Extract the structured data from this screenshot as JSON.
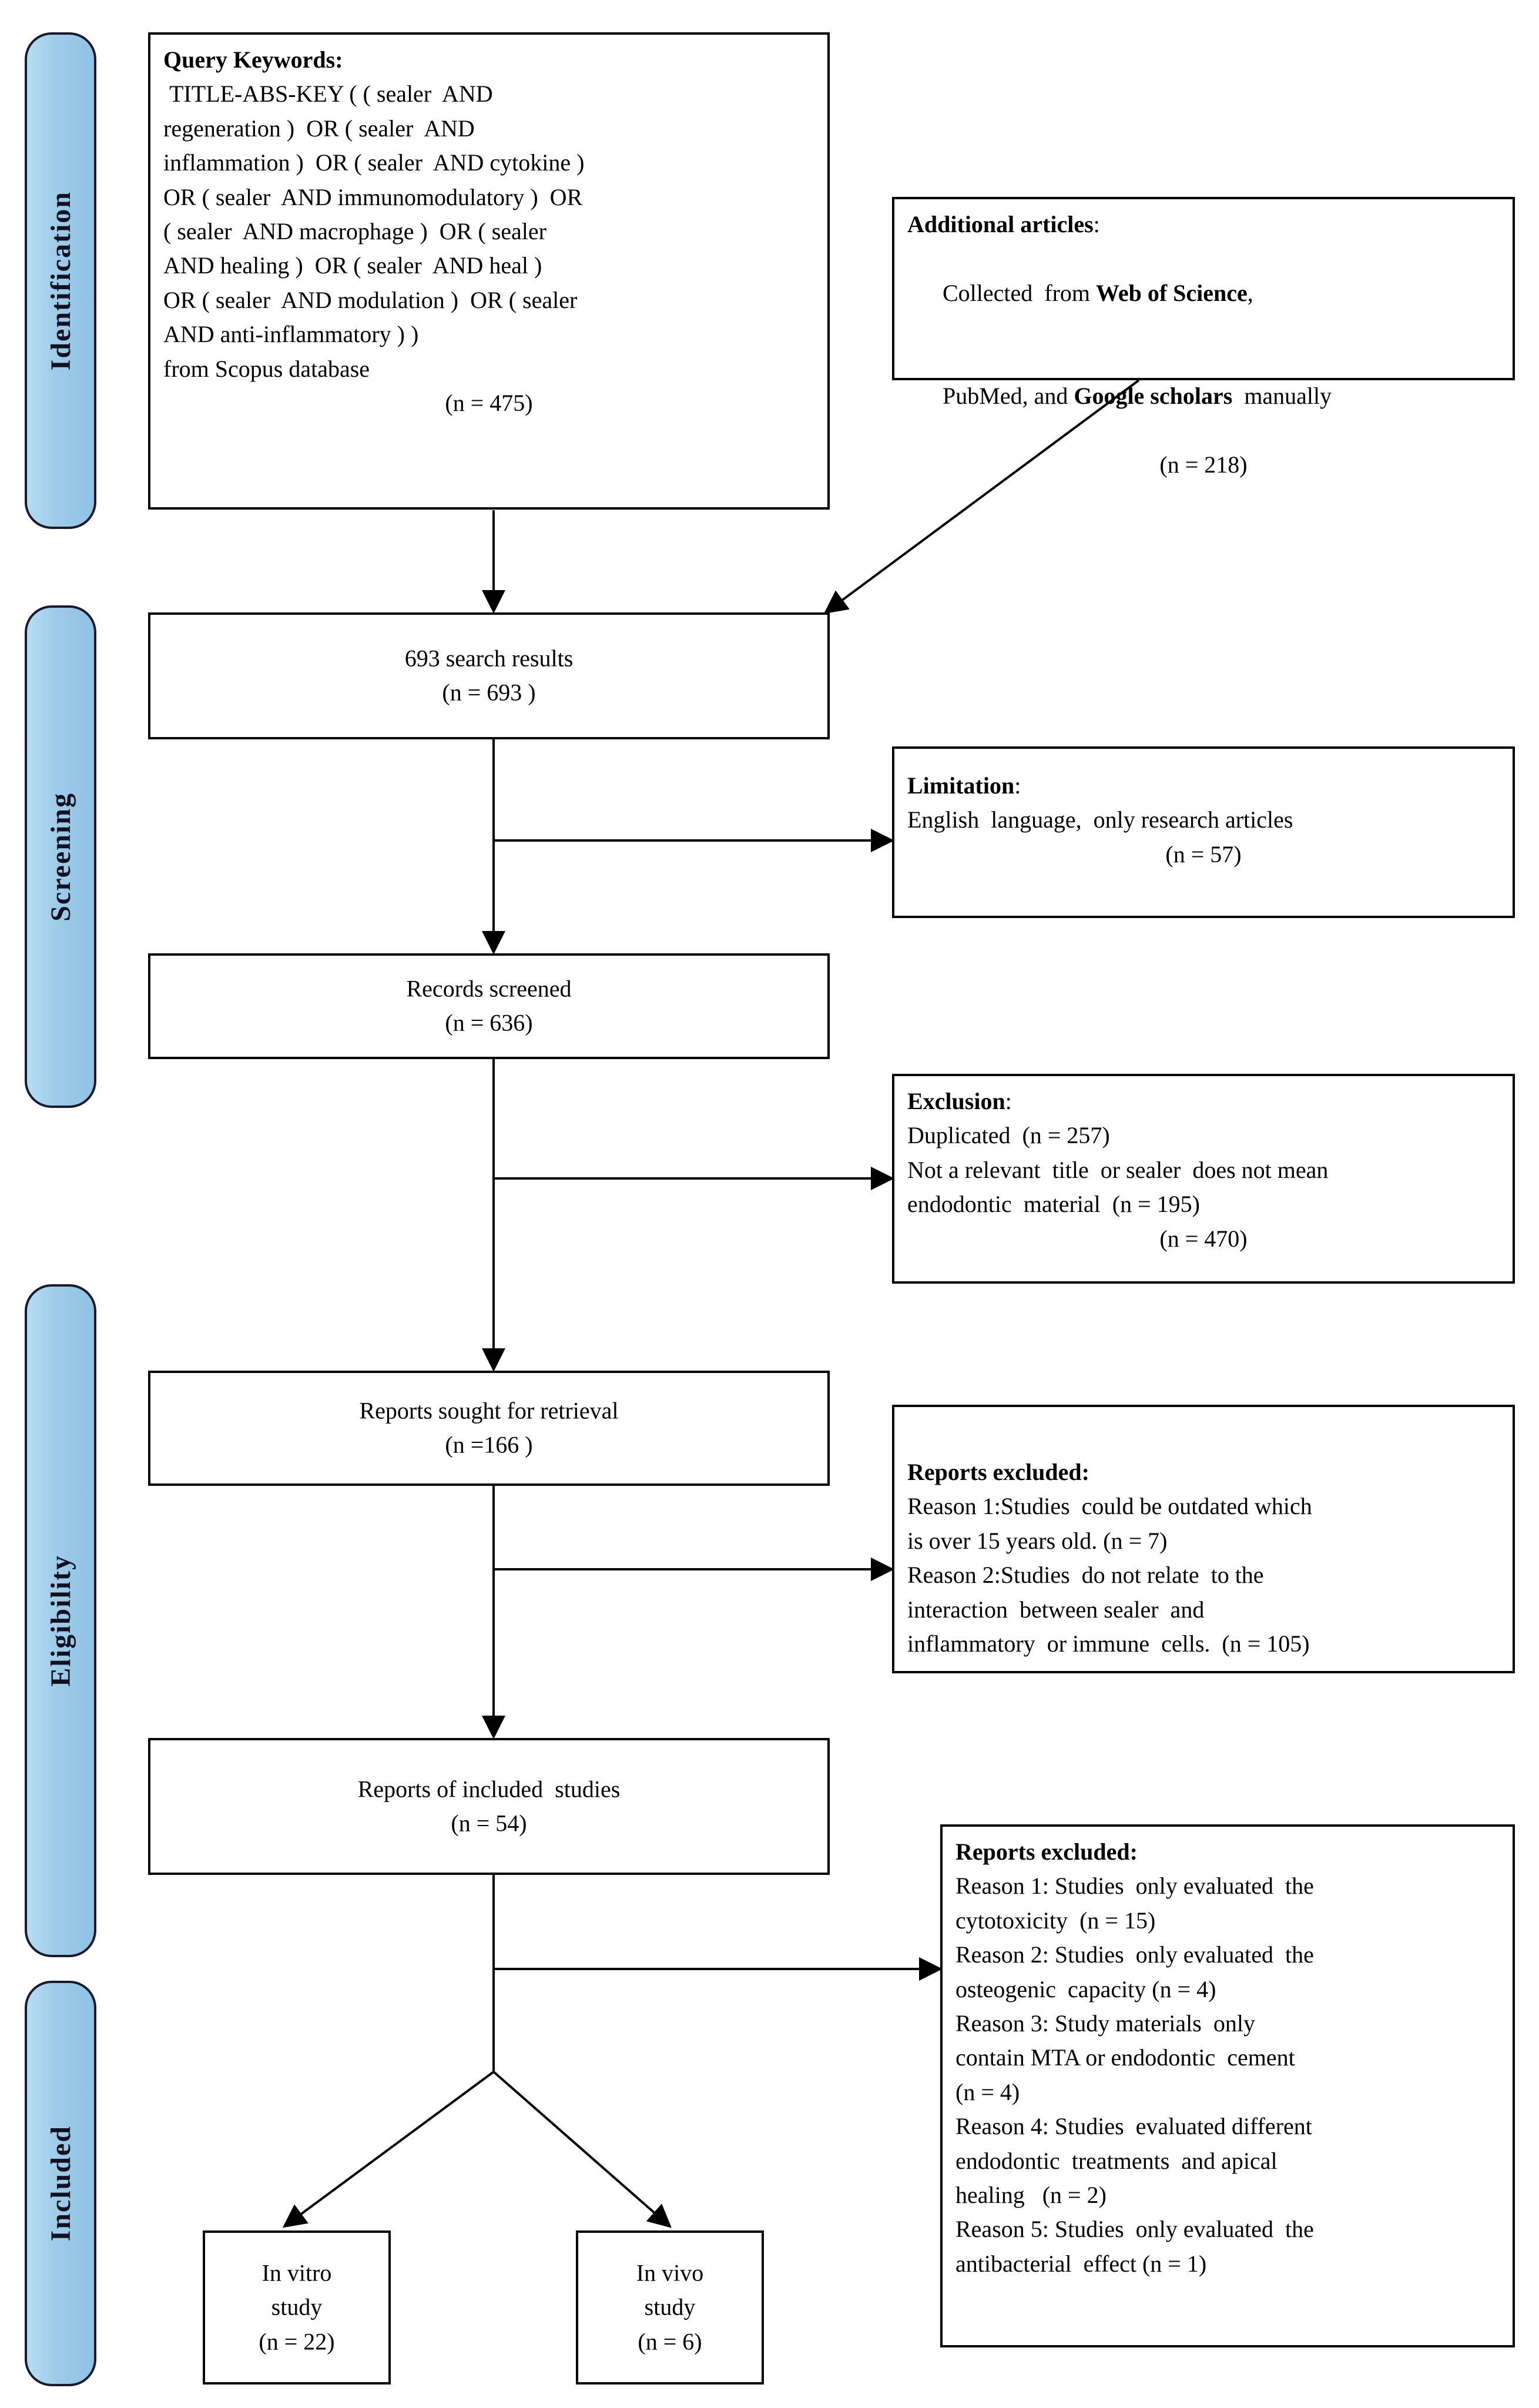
{
  "diagram": {
    "type": "prisma-flow-diagram",
    "accent_color": "#9ecbe8",
    "border_color": "#000000"
  },
  "stages": [
    {
      "id": "identification",
      "label": "Identification"
    },
    {
      "id": "screening",
      "label": "Screening"
    },
    {
      "id": "eligibility",
      "label": "Eligibility"
    },
    {
      "id": "included",
      "label": "Included"
    }
  ],
  "boxes": {
    "query_keywords": {
      "title": "Query Keywords:",
      "lines": [
        " TITLE-ABS-KEY ( ( sealer  AND",
        "regeneration )  OR ( sealer  AND",
        "inflammation )  OR ( sealer  AND cytokine )",
        "OR ( sealer  AND immunomodulatory )  OR",
        "( sealer  AND macrophage )  OR ( sealer",
        "AND healing )  OR ( sealer  AND heal )",
        "OR ( sealer  AND modulation )  OR ( sealer",
        "AND anti-inflammatory ) )",
        "from Scopus database"
      ],
      "count": "(n = 475)"
    },
    "additional_articles": {
      "title": "Additional  articles",
      "title_suffix": ":",
      "line1_pre": "Collected  from ",
      "line1_bold": "Web of Science",
      "line1_post": ",",
      "line2_pre": "PubMed, and ",
      "line2_bold": "Google scholars",
      "line2_post": "  manually",
      "count": "(n = 218)"
    },
    "search_results": {
      "label": "693 search results",
      "count": "(n = 693 )"
    },
    "limitation": {
      "title": "Limitation",
      "title_suffix": ":",
      "line1": "English  language,  only research articles",
      "count": "(n = 57)"
    },
    "records_screened": {
      "label": "Records screened",
      "count": "(n = 636)"
    },
    "exclusion": {
      "title": "Exclusion",
      "title_suffix": ":",
      "line1": "Duplicated  (n = 257)",
      "line2": "Not a relevant  title  or sealer  does not mean",
      "line3": "endodontic  material  (n = 195)",
      "count": "(n = 470)"
    },
    "reports_sought": {
      "label": "Reports sought for retrieval",
      "count": "(n =166 )"
    },
    "reports_excluded_eligibility": {
      "title": "Reports excluded:",
      "lines": [
        "Reason 1:Studies  could be outdated which",
        "is over 15 years old. (n = 7)",
        "Reason 2:Studies  do not relate  to the",
        "interaction  between sealer  and",
        "inflammatory  or immune  cells.  (n = 105)"
      ]
    },
    "reports_included": {
      "label": "Reports of included  studies",
      "count": "(n = 54)"
    },
    "reports_excluded_included": {
      "title": "Reports excluded:",
      "lines": [
        "Reason 1: Studies  only evaluated  the",
        "cytotoxicity  (n = 15)",
        "Reason 2: Studies  only evaluated  the",
        "osteogenic  capacity (n = 4)",
        "Reason 3: Study materials  only",
        "contain MTA or endodontic  cement",
        "(n = 4)",
        "Reason 4: Studies  evaluated different",
        "endodontic  treatments  and apical",
        "healing   (n = 2)",
        "Reason 5: Studies  only evaluated  the",
        "antibacterial  effect (n = 1)"
      ]
    },
    "in_vitro": {
      "line1": "In vitro",
      "line2": "study",
      "count": "(n = 22)"
    },
    "in_vivo": {
      "line1": "In vivo",
      "line2": "study",
      "count": "(n = 6)"
    }
  }
}
